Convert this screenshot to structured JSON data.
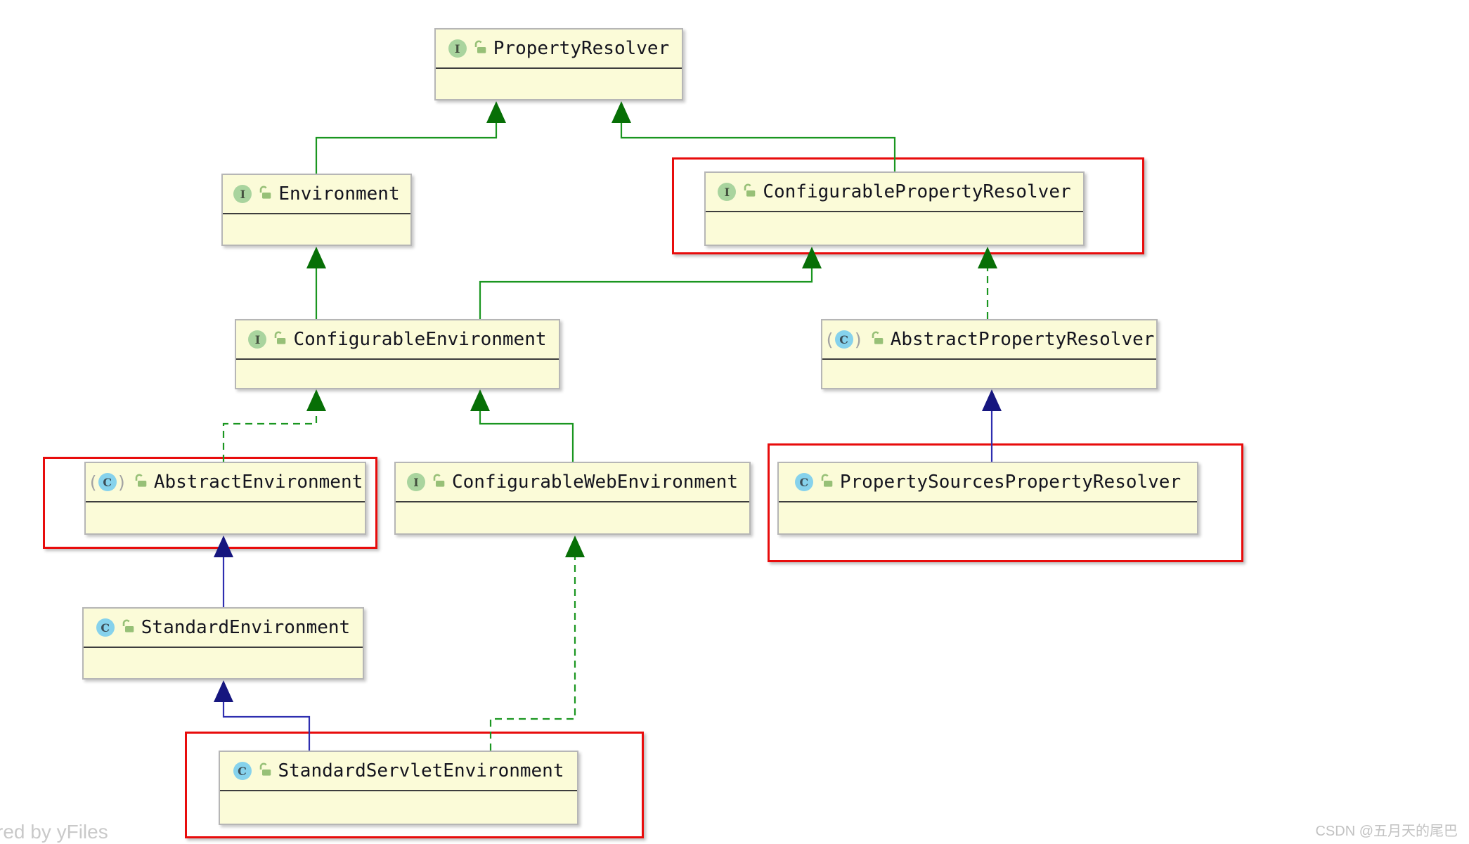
{
  "diagram": {
    "title": "Spring Environment / PropertyResolver class hierarchy",
    "nodes": [
      {
        "id": "property-resolver",
        "label": "PropertyResolver",
        "kind": "interface",
        "modifier": "public",
        "highlighted": false
      },
      {
        "id": "environment",
        "label": "Environment",
        "kind": "interface",
        "modifier": "public",
        "highlighted": false
      },
      {
        "id": "configurable-property-resolver",
        "label": "ConfigurablePropertyResolver",
        "kind": "interface",
        "modifier": "public",
        "highlighted": true
      },
      {
        "id": "configurable-environment",
        "label": "ConfigurableEnvironment",
        "kind": "interface",
        "modifier": "public",
        "highlighted": false
      },
      {
        "id": "abstract-property-resolver",
        "label": "AbstractPropertyResolver",
        "kind": "abstract-class",
        "modifier": "public",
        "highlighted": false
      },
      {
        "id": "abstract-environment",
        "label": "AbstractEnvironment",
        "kind": "abstract-class",
        "modifier": "public",
        "highlighted": true
      },
      {
        "id": "configurable-web-environment",
        "label": "ConfigurableWebEnvironment",
        "kind": "interface",
        "modifier": "public",
        "highlighted": false
      },
      {
        "id": "property-sources-property-resolver",
        "label": "PropertySourcesPropertyResolver",
        "kind": "class",
        "modifier": "public",
        "highlighted": true
      },
      {
        "id": "standard-environment",
        "label": "StandardEnvironment",
        "kind": "class",
        "modifier": "public",
        "highlighted": false
      },
      {
        "id": "standard-servlet-environment",
        "label": "StandardServletEnvironment",
        "kind": "class",
        "modifier": "public",
        "highlighted": true
      }
    ],
    "edges": [
      {
        "id": "environment--property-resolver",
        "from": "environment",
        "to": "property-resolver",
        "relation": "extends",
        "line": "solid",
        "color": "green"
      },
      {
        "id": "configurable-property-resolver--property-resolver",
        "from": "configurable-property-resolver",
        "to": "property-resolver",
        "relation": "extends",
        "line": "solid",
        "color": "green"
      },
      {
        "id": "configurable-environment--environment",
        "from": "configurable-environment",
        "to": "environment",
        "relation": "extends",
        "line": "solid",
        "color": "green"
      },
      {
        "id": "configurable-environment--configurable-property-resolver",
        "from": "configurable-environment",
        "to": "configurable-property-resolver",
        "relation": "extends",
        "line": "solid",
        "color": "green"
      },
      {
        "id": "abstract-property-resolver--configurable-property-resolver",
        "from": "abstract-property-resolver",
        "to": "configurable-property-resolver",
        "relation": "implements",
        "line": "dashed",
        "color": "green"
      },
      {
        "id": "abstract-environment--configurable-environment",
        "from": "abstract-environment",
        "to": "configurable-environment",
        "relation": "implements",
        "line": "dashed",
        "color": "green"
      },
      {
        "id": "configurable-web-environment--configurable-environment",
        "from": "configurable-web-environment",
        "to": "configurable-environment",
        "relation": "extends",
        "line": "solid",
        "color": "green"
      },
      {
        "id": "property-sources-property-resolver--abstract-property-resolver",
        "from": "property-sources-property-resolver",
        "to": "abstract-property-resolver",
        "relation": "extends",
        "line": "solid",
        "color": "navy"
      },
      {
        "id": "standard-environment--abstract-environment",
        "from": "standard-environment",
        "to": "abstract-environment",
        "relation": "extends",
        "line": "solid",
        "color": "navy"
      },
      {
        "id": "standard-servlet-environment--standard-environment",
        "from": "standard-servlet-environment",
        "to": "standard-environment",
        "relation": "extends",
        "line": "solid",
        "color": "navy"
      },
      {
        "id": "standard-servlet-environment--configurable-web-environment",
        "from": "standard-servlet-environment",
        "to": "configurable-web-environment",
        "relation": "implements",
        "line": "dashed",
        "color": "green"
      }
    ],
    "icons": {
      "interface_letter": "I",
      "class_letter": "C",
      "abstract_wrapper": "( )",
      "modifier_icon": "public-open-lock"
    },
    "colors": {
      "node_fill": "#fbfbd8",
      "node_border": "#b6b6b6",
      "header_divider": "#3d3d3d",
      "name_text": "#14141e",
      "interface_icon_bg": "#a9d49e",
      "class_icon_bg": "#86d2ec",
      "lock_icon": "#97c077",
      "edge_green": "#1a9620",
      "edge_navy": "#2e2eb0",
      "arrow_green": "#076f06",
      "arrow_navy": "#16167f",
      "highlight_red": "#e80c0c",
      "watermark_gray": "#c9c9c9"
    },
    "watermarks": {
      "bottom_left": "red by yFiles",
      "bottom_right": "CSDN @五月天的尾巴"
    }
  }
}
